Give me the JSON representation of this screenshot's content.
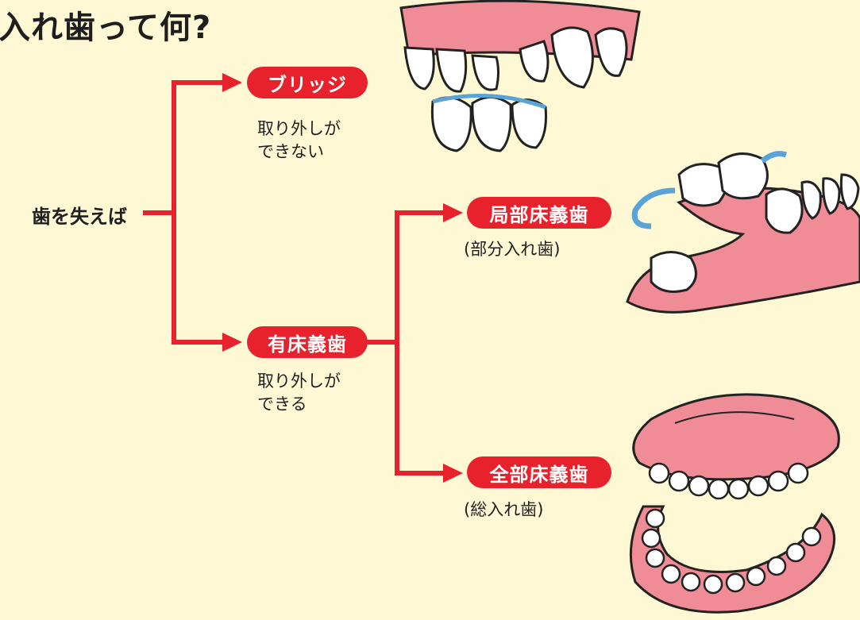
{
  "title": "入れ歯って何?",
  "root": "歯を失えば",
  "bridge": {
    "label": "ブリッジ",
    "desc_line1": "取り外しが",
    "desc_line2": "できない"
  },
  "removable": {
    "label": "有床義歯",
    "desc_line1": "取り外しが",
    "desc_line2": "できる"
  },
  "partial": {
    "label": "局部床義歯",
    "sub": "(部分入れ歯)"
  },
  "complete": {
    "label": "全部床義歯",
    "sub": "(総入れ歯)"
  },
  "colors": {
    "background": "#fff8d4",
    "accent_red": "#e8222c",
    "gum_pink": "#f08c96",
    "tooth_white": "#ffffff",
    "clasp_blue": "#5aa3d6"
  }
}
